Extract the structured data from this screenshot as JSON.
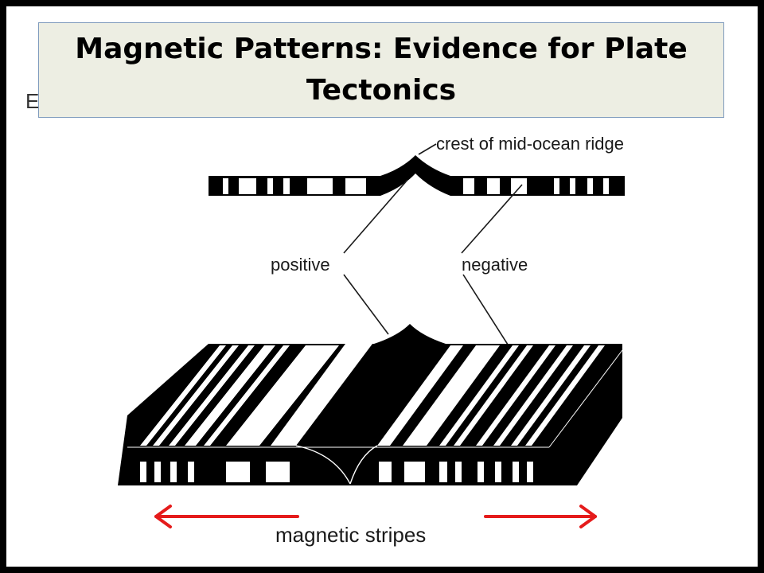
{
  "title": "Magnetic Patterns: Evidence for Plate Tectonics",
  "stray_label": "E",
  "labels": {
    "crest": "crest of mid-ocean ridge",
    "positive": "positive",
    "negative": "negative",
    "stripes": "magnetic stripes"
  },
  "colors": {
    "background": "#000000",
    "slide": "#ffffff",
    "title_box": "#edeee3",
    "title_border": "#7f9bbd",
    "stripe_dark": "#000000",
    "stripe_light": "#ffffff",
    "arrow": "#e51b1b"
  },
  "icons": {
    "left_arrow": "arrow-left-icon",
    "right_arrow": "arrow-right-icon"
  },
  "stripe_pattern": {
    "upper_profile": [
      "dark",
      "light",
      "dark",
      "light",
      "dark",
      "light",
      "dark",
      "light",
      "dark",
      "light",
      "dark",
      "light",
      "dark",
      "light",
      "dark"
    ],
    "lower_block": [
      "dark",
      "light",
      "dark",
      "light",
      "dark",
      "light",
      "dark",
      "light",
      "dark",
      "light",
      "dark",
      "light",
      "dark",
      "light",
      "dark"
    ]
  }
}
